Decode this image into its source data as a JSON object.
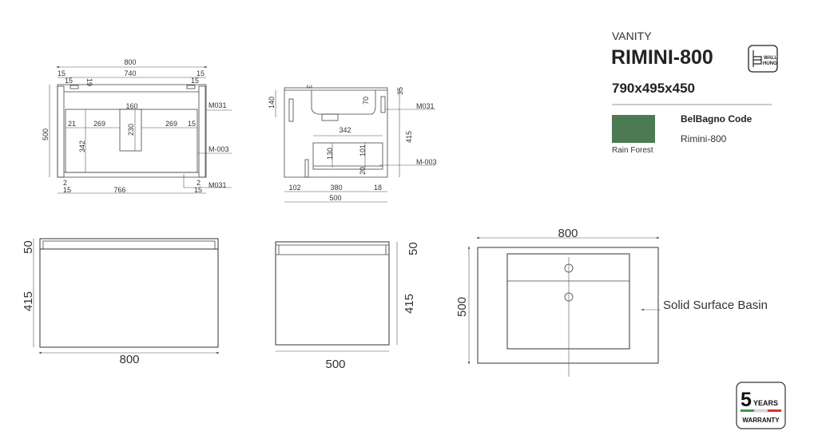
{
  "header": {
    "category": "VANITY",
    "model": "RIMINI-800",
    "dimensions": "790x495x450",
    "mount_badge": [
      "WALL",
      "HUNG"
    ]
  },
  "finish": {
    "swatch_color": "#4c7a52",
    "swatch_name": "Rain Forest",
    "code_label": "BelBagno Code",
    "code_value": "Rimini-800"
  },
  "warranty": {
    "years": "5",
    "years_label": "YEARS",
    "label": "WARRANTY",
    "flag_colors": [
      "#3a9a4a",
      "#dddddd",
      "#d9342b"
    ]
  },
  "front_section": {
    "overall_width": "800",
    "inner_width": "740",
    "height": "500",
    "side_left": "15",
    "side_right": "15",
    "handle_left": "15",
    "handle_gap": "19",
    "handle_right": "15",
    "cutout_width": "160",
    "cutout_height": "230",
    "left_offset": "21",
    "left_span": "269",
    "right_span": "269",
    "right_offset": "15",
    "drawer_height": "342",
    "part_top": "M031",
    "part_mid": "M-003",
    "part_bottom": "M031",
    "bottom_gap_left": "2",
    "bottom_side_left": "15",
    "bottom_width": "766",
    "bottom_gap_right": "2",
    "bottom_side_right": "15"
  },
  "side_section": {
    "top_height": "140",
    "top_lip": "3",
    "basin_depth": "70",
    "top_thickness": "35",
    "part_top": "M031",
    "drawer_depth": "342",
    "body_height": "415",
    "inner_height": "130",
    "inner_101": "101",
    "inner_20": "20",
    "part_mid": "M-003",
    "front_offset": "102",
    "middle_span": "380",
    "back_offset": "18",
    "overall_depth": "500"
  },
  "front_view": {
    "top_height": "50",
    "body_height": "415",
    "width": "800"
  },
  "side_view": {
    "top_height": "50",
    "body_height": "415",
    "depth": "500"
  },
  "top_view": {
    "width": "800",
    "depth": "500",
    "callout": "Solid Surface Basin"
  }
}
